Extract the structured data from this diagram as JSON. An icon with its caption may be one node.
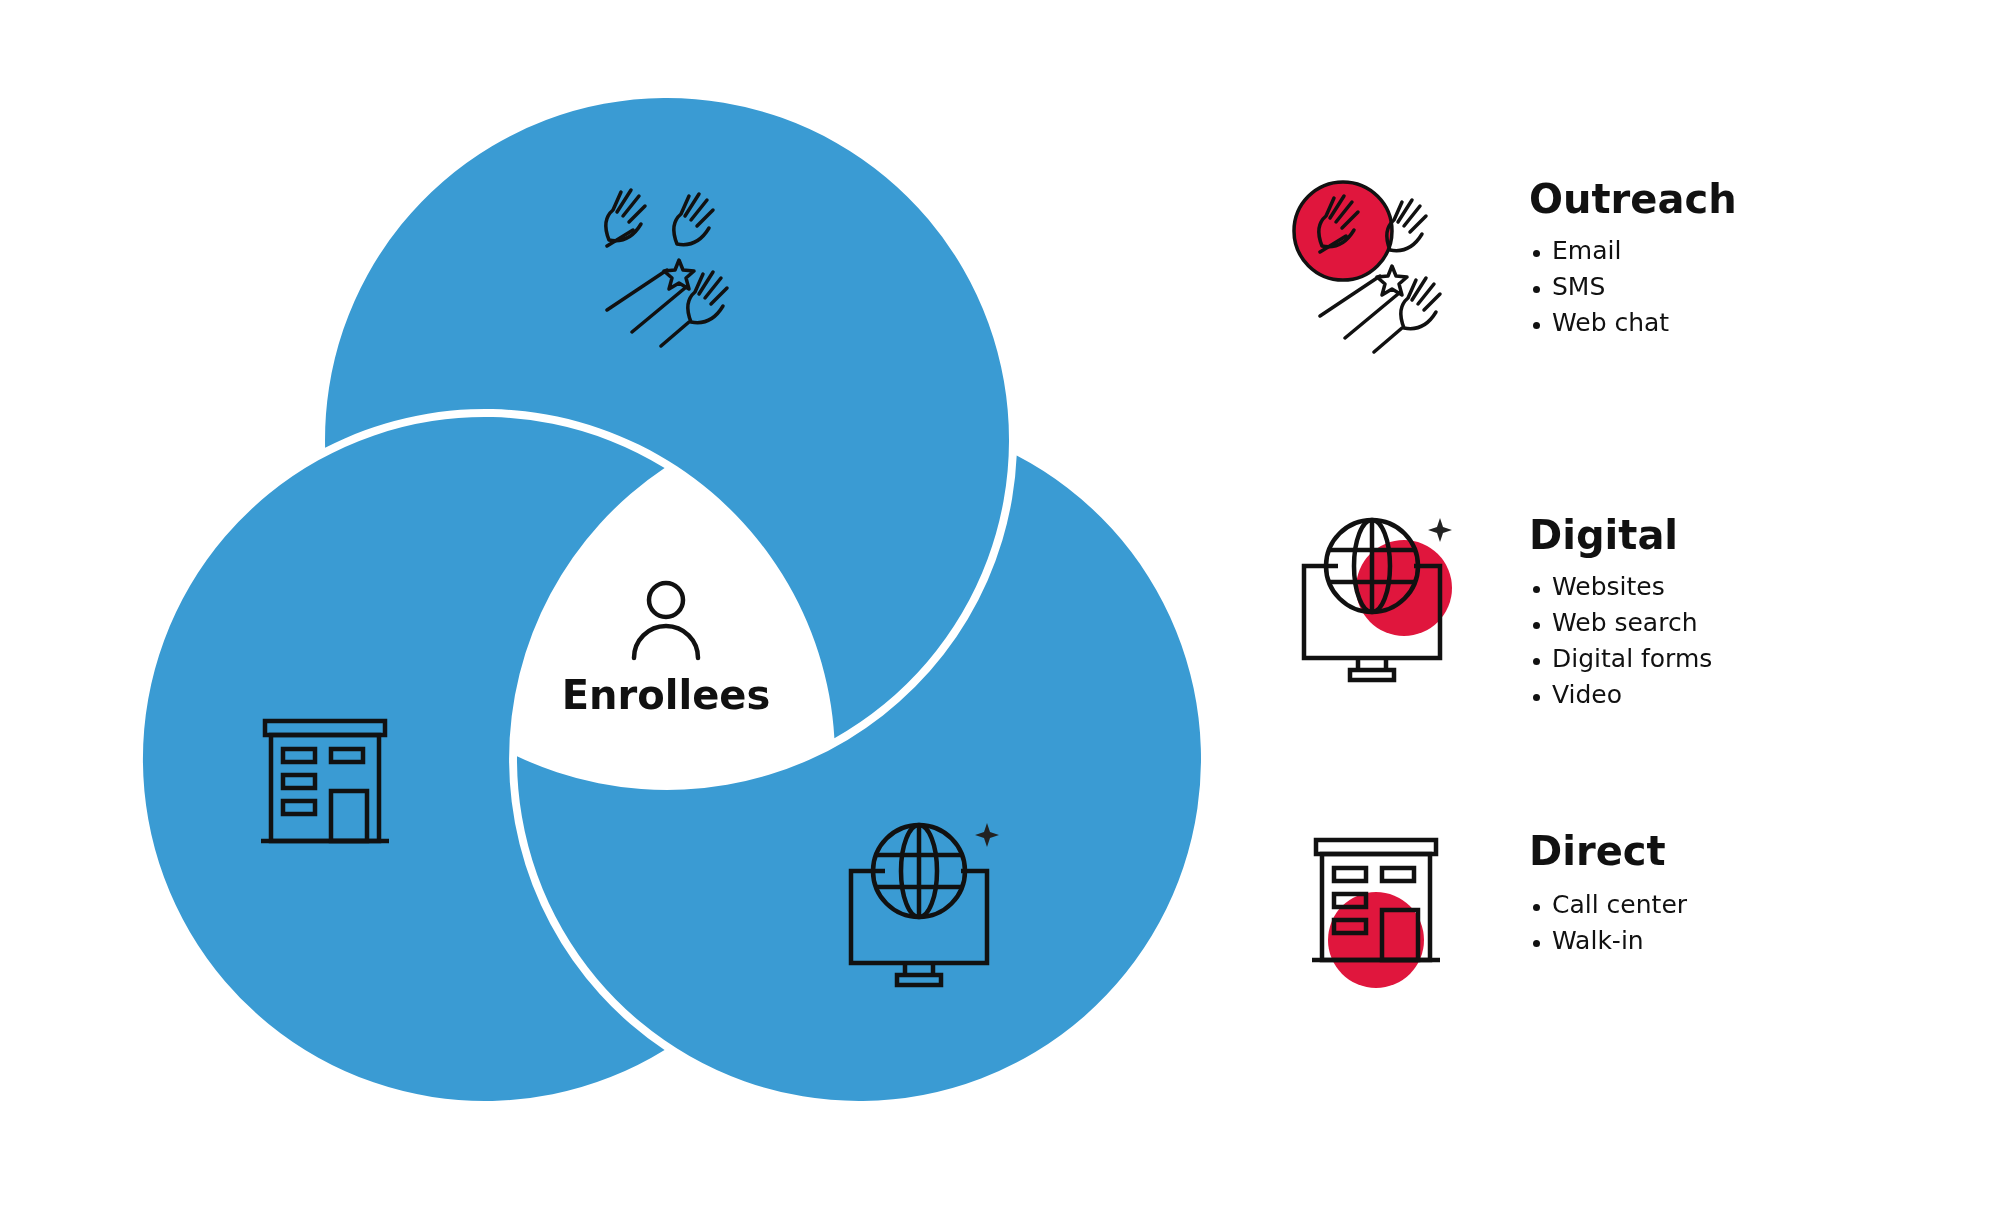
{
  "diagram": {
    "nodes": [
      {
        "text": [],
        "shape": "circle"
      },
      {
        "text": [],
        "shape": "circle"
      },
      {
        "text": [],
        "shape": "circle"
      },
      {
        "text": [
          "Enrollees"
        ]
      }
    ],
    "edges": [],
    "labels": [
      "Outreach",
      "Email",
      "SMS",
      "Web chat",
      "Digital",
      "Websites",
      "Web search",
      "Digital forms",
      "Video",
      "Direct",
      "Call center",
      "Walk-in"
    ]
  }
}
